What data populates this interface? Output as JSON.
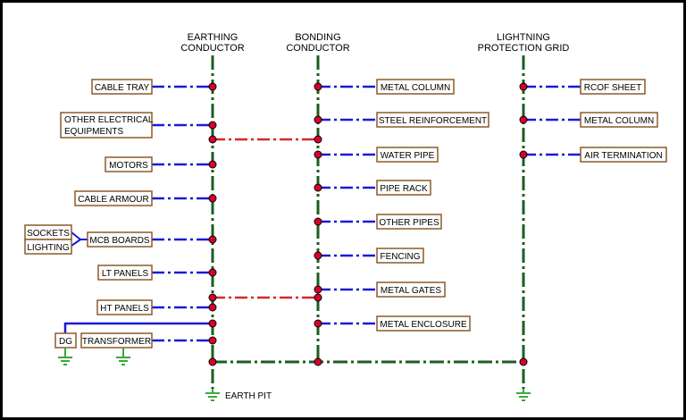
{
  "headers": {
    "earthing": [
      "EARTHING",
      "CONDUCTOR"
    ],
    "bonding": [
      "BONDING",
      "CONDUCTOR"
    ],
    "lightning": [
      "LIGHTNING",
      "PROTECTION GRID"
    ]
  },
  "left_items": [
    "CABLE TRAY",
    "OTHER ELECTRICAL EQUIPMENTS",
    "MOTORS",
    "CABLE ARMOUR",
    "MCB BOARDS",
    "LT PANELS",
    "HT PANELS",
    "TRANSFORMER"
  ],
  "mcb_sub_items": [
    "SOCKETS",
    "LIGHTING"
  ],
  "dg_label": "DG",
  "bonding_items": [
    "METAL COLUMN",
    "STEEL REINFORCEMENT",
    "WATER PIPE",
    "PIPE RACK",
    "OTHER PIPES",
    "FENCING",
    "METAL GATES",
    "METAL ENCLOSURE"
  ],
  "lightning_items": [
    "RCOF SHEET",
    "METAL COLUMN",
    "AIR TERMINATION"
  ],
  "earth_pit_label": "EARTH PIT",
  "colors": {
    "conductor": "#1b5e20",
    "connection": "#1a1ad6",
    "bond_link": "#d62828",
    "node": "#d9002c",
    "box_border": "#8b5a2b",
    "ground": "#3aa83a"
  }
}
